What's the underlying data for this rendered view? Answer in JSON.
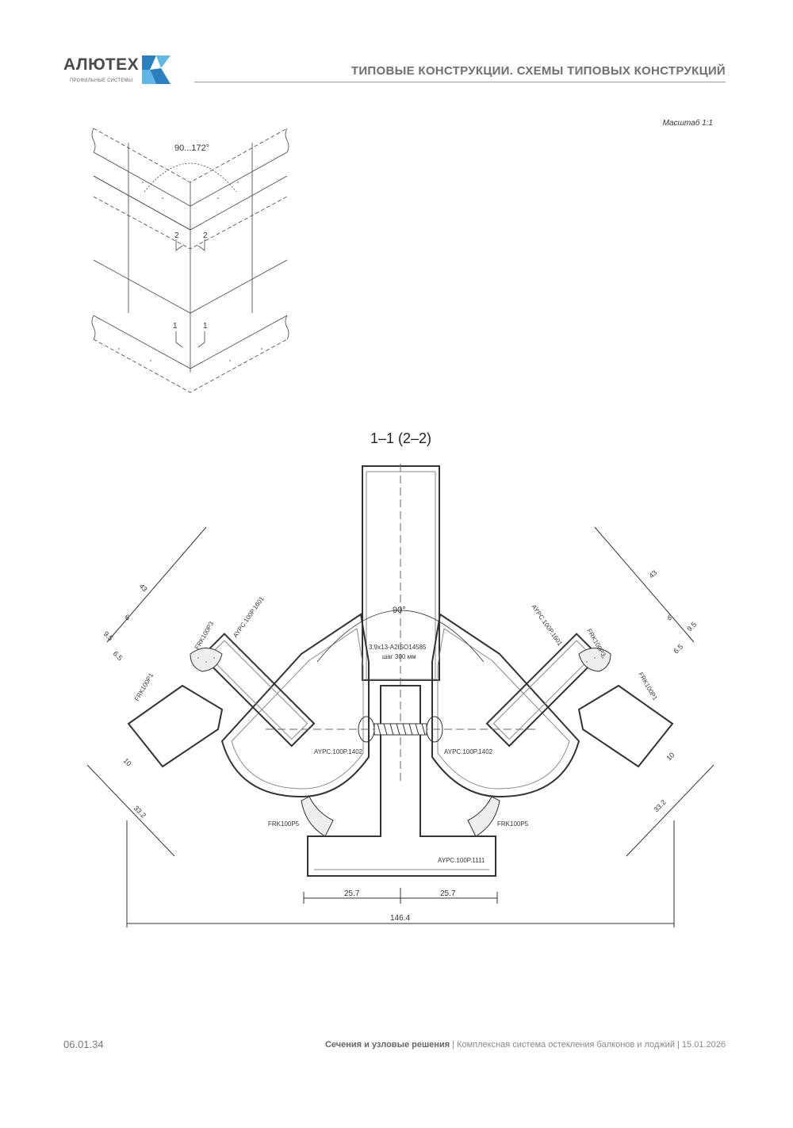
{
  "logo": {
    "name": "АЛЮТЕХ",
    "tagline": "ПРОФИЛЬНЫЕ СИСТЕМЫ"
  },
  "header": {
    "title": "ТИПОВЫЕ КОНСТРУКЦИИ. СХЕМЫ ТИПОВЫХ КОНСТРУКЦИЙ"
  },
  "scale_label": "Масштаб 1:1",
  "plan": {
    "angle": "90...172°",
    "cut_upper": "2",
    "cut_lower": "1"
  },
  "section": {
    "title": "1–1 (2–2)",
    "angle": "90°",
    "screw_line1": "3.9x13-A2ISO14585",
    "screw_line2": "шаг 300 мм",
    "profiles": {
      "frame_left": "AYPC.100P.1601",
      "frame_right": "AYPC.100P.1601",
      "corner_left": "AYPC.100P.1402",
      "corner_right": "AYPC.100P.1402",
      "base": "AYPC.100P.1111"
    },
    "seals": {
      "frk3_left": "FRK100P3",
      "frk3_right": "FRK100P3",
      "frk1_left": "FRK100P1",
      "frk1_right": "FRK100P1",
      "frk5_left": "FRK100P5",
      "frk5_right": "FRK100P5"
    },
    "dims": {
      "d43": "43",
      "d6": "6",
      "d95": "9.5",
      "d65": "6.5",
      "d10": "10",
      "d332": "33.2",
      "d257": "25.7",
      "d1464": "146.4"
    }
  },
  "footer": {
    "page_number": "06.01.34",
    "section_name": "Сечения и узловые решения",
    "description": " | Комплексная система остекления балконов и лоджий | 15.01.2026"
  },
  "colors": {
    "brand_blue": "#2a7fc1",
    "brand_light": "#5fb7e5",
    "line": "#333333"
  }
}
